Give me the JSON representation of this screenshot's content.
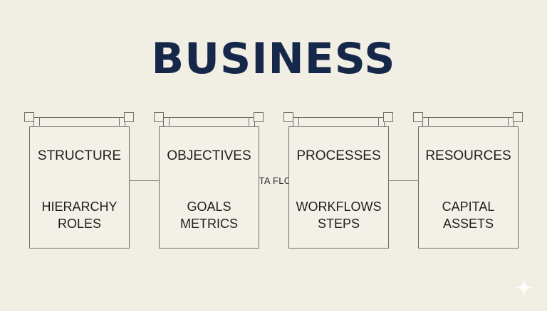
{
  "title": "BUSINESS",
  "connector_label": "DATA FLOW",
  "connector_arrow": "→",
  "cards": [
    {
      "heading": "STRUCTURE",
      "lines": [
        "HIERARCHY",
        "ROLES"
      ]
    },
    {
      "heading": "OBJECTIVES",
      "lines": [
        "GOALS",
        "METRICS"
      ]
    },
    {
      "heading": "PROCESSES",
      "lines": [
        "WORKFLOWS",
        "STEPS"
      ]
    },
    {
      "heading": "RESOURCES",
      "lines": [
        "CAPITAL",
        "ASSETS"
      ]
    }
  ],
  "colors": {
    "background": "#f1eee4",
    "title": "#16284a",
    "outline": "#6e6e6c",
    "text": "#1e1e1e"
  },
  "icons": {
    "corner_mark": "sparkle-icon"
  }
}
